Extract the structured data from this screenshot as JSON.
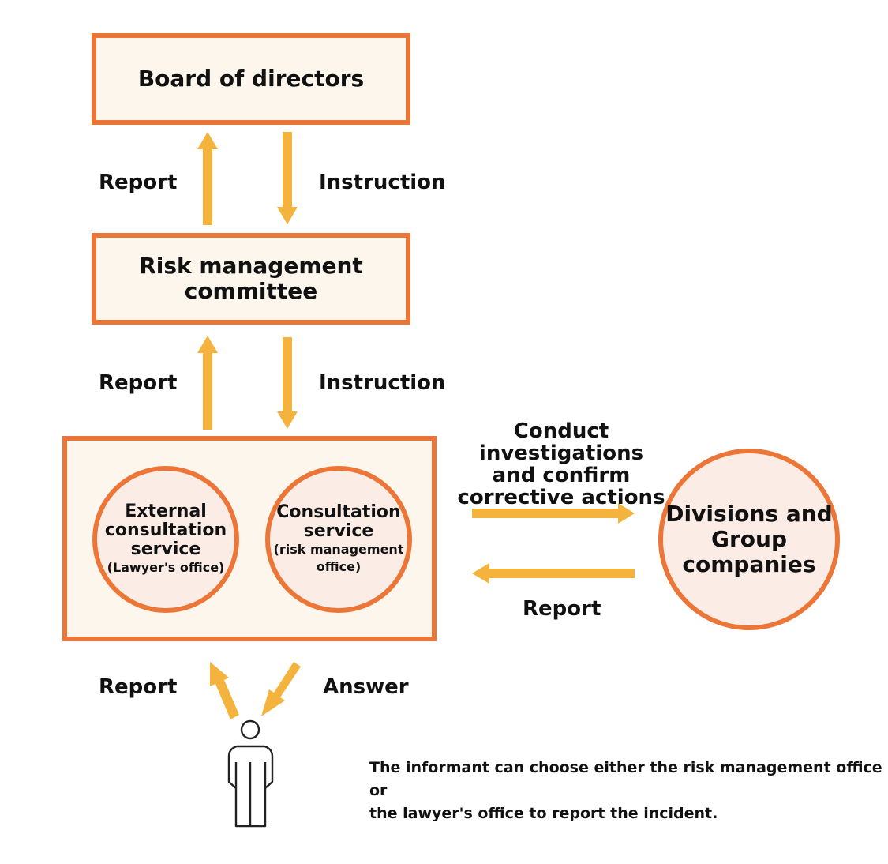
{
  "board": {
    "label": "Board of directors"
  },
  "risk_committee": {
    "line1": "Risk management",
    "line2": "committee"
  },
  "arrows_top": {
    "report": "Report",
    "instruction": "Instruction"
  },
  "arrows_mid": {
    "report": "Report",
    "instruction": "Instruction"
  },
  "services": {
    "external": {
      "line1": "External",
      "line2": "consultation",
      "line3": "service",
      "sub": "(Lawyer's office)"
    },
    "consultation": {
      "line1": "Consultation",
      "line2": "service",
      "sub1": "(risk management",
      "sub2": "office)"
    }
  },
  "investigation": {
    "line1": "Conduct investigations",
    "line2": "and confirm",
    "line3": "corrective actions"
  },
  "divisions": {
    "line1": "Divisions and",
    "line2": "Group",
    "line3": "companies"
  },
  "return_report": "Report",
  "informant": {
    "report": "Report",
    "answer": "Answer"
  },
  "note": {
    "line1": "The informant can choose either the risk management office or",
    "line2": "the lawyer's office to report the incident."
  },
  "colors": {
    "border": "#ec7637",
    "arrow": "#f3b33d",
    "box_fill": "#fdf6ec",
    "circle_fill": "#fcece6"
  },
  "icons": {
    "arrow": "arrow-icon",
    "person": "person-icon"
  }
}
